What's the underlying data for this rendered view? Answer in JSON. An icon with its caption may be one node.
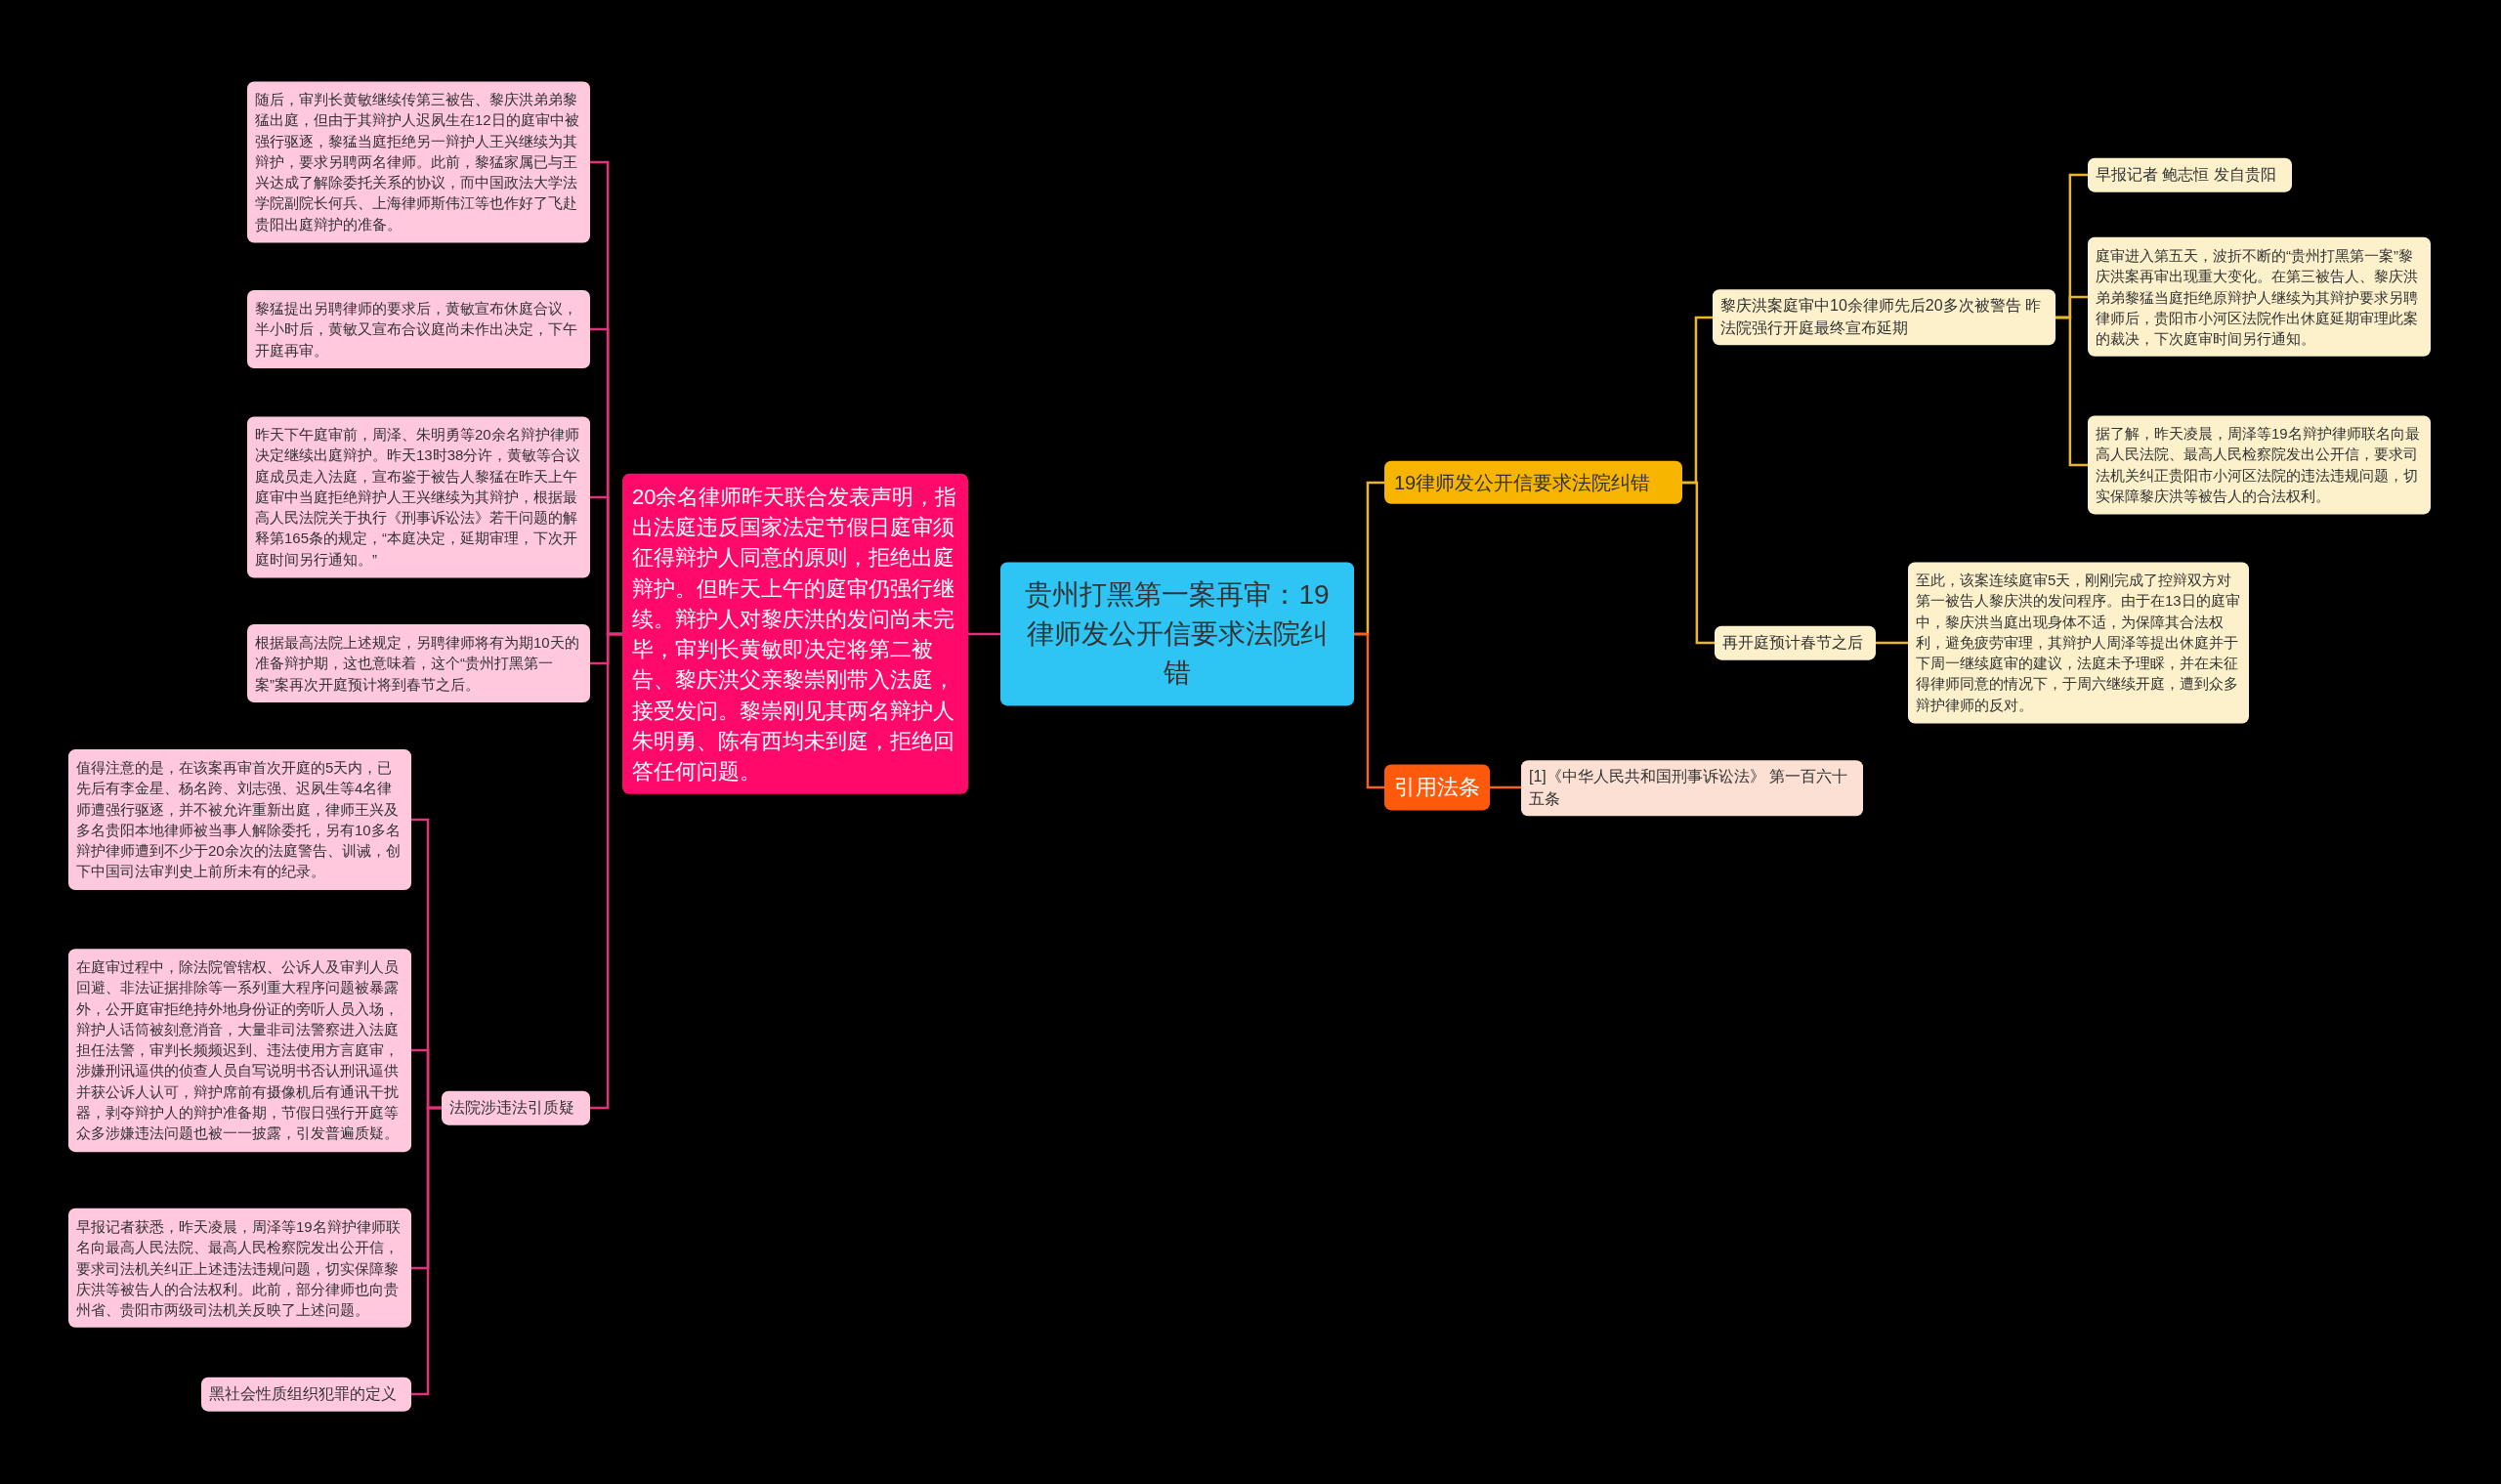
{
  "diagram": {
    "nodes": [
      {
        "text": [
          "贵州打黑第一案再审：19律师发公开信要求法院纠错"
        ]
      },
      {
        "text": [
          "20余名律师昨天联合发表声明，指出法庭违反国家法定节假日庭审须征得辩护人同意的原则，拒绝出庭辩护。但昨天上午的庭审仍强行继续。辩护人对黎庆洪的发问尚未完毕，审判长黄敏即决定将第二被告、黎庆洪父亲黎崇刚带入法庭，接受发问。黎崇刚见其两名辩护人朱明勇、陈有西均未到庭，拒绝回答任何问题。"
        ]
      },
      {
        "text": [
          "随后，审判长黄敏继续传第三被告、黎庆洪弟弟黎猛出庭，但由于其辩护人迟夙生在12日的庭审中被强行驱逐，黎猛当庭拒绝另一辩护人王兴继续为其辩护，要求另聘两名律师。此前，黎猛家属已与王兴达成了解除委托关系的协议，而中国政法大学法学院副院长何兵、上海律师斯伟江等也作好了飞赴贵阳出庭辩护的准备。"
        ]
      },
      {
        "text": [
          "黎猛提出另聘律师的要求后，黄敏宣布休庭合议，半小时后，黄敏又宣布合议庭尚未作出决定，下午开庭再审。"
        ]
      },
      {
        "text": [
          "昨天下午庭审前，周泽、朱明勇等20余名辩护律师决定继续出庭辩护。昨天13时38分许，黄敏等合议庭成员走入法庭，宣布鉴于被告人黎猛在昨天上午庭审中当庭拒绝辩护人王兴继续为其辩护，根据最高人民法院关于执行《刑事诉讼法》若干问题的解释第165条的规定，“本庭决定，延期审理，下次开庭时间另行通知。”"
        ]
      },
      {
        "text": [
          "根据最高法院上述规定，另聘律师将有为期10天的准备辩护期，这也意味着，这个“贵州打黑第一案”案再次开庭预计将到春节之后。"
        ]
      },
      {
        "text": [
          "法院涉违法引质疑"
        ]
      },
      {
        "text": [
          "值得注意的是，在该案再审首次开庭的5天内，已先后有李金星、杨名跨、刘志强、迟夙生等4名律师遭强行驱逐，并不被允许重新出庭，律师王兴及多名贵阳本地律师被当事人解除委托，另有10多名辩护律师遭到不少于20余次的法庭警告、训诫，创下中国司法审判史上前所未有的纪录。"
        ]
      },
      {
        "text": [
          "在庭审过程中，除法院管辖权、公诉人及审判人员回避、非法证据排除等一系列重大程序问题被暴露外，公开庭审拒绝持外地身份证的旁听人员入场，辩护人话筒被刻意消音，大量非司法警察进入法庭担任法警，审判长频频迟到、违法使用方言庭审，涉嫌刑讯逼供的侦查人员自写说明书否认刑讯逼供并获公诉人认可，辩护席前有摄像机后有通讯干扰器，剥夺辩护人的辩护准备期，节假日强行开庭等众多涉嫌违法问题也被一一披露，引发普遍质疑。"
        ]
      },
      {
        "text": [
          "早报记者获悉，昨天凌晨，周泽等19名辩护律师联名向最高人民法院、最高人民检察院发出公开信，要求司法机关纠正上述违法违规问题，切实保障黎庆洪等被告人的合法权利。此前，部分律师也向贵州省、贵阳市两级司法机关反映了上述问题。"
        ]
      },
      {
        "text": [
          "黑社会性质组织犯罪的定义"
        ]
      },
      {
        "text": [
          "19律师发公开信要求法院纠错"
        ]
      },
      {
        "text": [
          "黎庆洪案庭审中10余律师先后20多次被警告 昨法院强行开庭最终宣布延期"
        ]
      },
      {
        "text": [
          "早报记者 鲍志恒 发自贵阳"
        ]
      },
      {
        "text": [
          "庭审进入第五天，波折不断的“贵州打黑第一案”黎庆洪案再审出现重大变化。在第三被告人、黎庆洪弟弟黎猛当庭拒绝原辩护人继续为其辩护要求另聘律师后，贵阳市小河区法院作出休庭延期审理此案的裁决，下次庭审时间另行通知。"
        ]
      },
      {
        "text": [
          "据了解，昨天凌晨，周泽等19名辩护律师联名向最高人民法院、最高人民检察院发出公开信，要求司法机关纠正贵阳市小河区法院的违法违规问题，切实保障黎庆洪等被告人的合法权利。"
        ]
      },
      {
        "text": [
          "再开庭预计春节之后"
        ]
      },
      {
        "text": [
          "至此，该案连续庭审5天，刚刚完成了控辩双方对第一被告人黎庆洪的发问程序。由于在13日的庭审中，黎庆洪当庭出现身体不适，为保障其合法权利，避免疲劳审理，其辩护人周泽等提出休庭并于下周一继续庭审的建议，法庭未予理睬，并在未征得律师同意的情况下，于周六继续开庭，遭到众多辩护律师的反对。"
        ]
      },
      {
        "text": [
          "引用法条"
        ]
      },
      {
        "text": [
          "[1]《中华人民共和国刑事诉讼法》 第一百六十五条"
        ]
      }
    ],
    "edges": [
      {
        "from": 0,
        "to": 1,
        "arrow": "none"
      },
      {
        "from": 1,
        "to": 2,
        "arrow": "none"
      },
      {
        "from": 1,
        "to": 3,
        "arrow": "none"
      },
      {
        "from": 1,
        "to": 4,
        "arrow": "none"
      },
      {
        "from": 1,
        "to": 5,
        "arrow": "none"
      },
      {
        "from": 1,
        "to": 6,
        "arrow": "none"
      },
      {
        "from": 6,
        "to": 7,
        "arrow": "none"
      },
      {
        "from": 6,
        "to": 8,
        "arrow": "none"
      },
      {
        "from": 6,
        "to": 9,
        "arrow": "none"
      },
      {
        "from": 6,
        "to": 10,
        "arrow": "none"
      },
      {
        "from": 0,
        "to": 11,
        "arrow": "none",
        "color": "#e8b828"
      },
      {
        "from": 11,
        "to": 12,
        "arrow": "none",
        "color": "#e8b828"
      },
      {
        "from": 11,
        "to": 16,
        "arrow": "none",
        "color": "#e8b828"
      },
      {
        "from": 12,
        "to": 13,
        "arrow": "none",
        "color": "#e8b828"
      },
      {
        "from": 12,
        "to": 14,
        "arrow": "none",
        "color": "#e8b828"
      },
      {
        "from": 12,
        "to": 15,
        "arrow": "none",
        "color": "#e8b828"
      },
      {
        "from": 16,
        "to": 17,
        "arrow": "none",
        "color": "#e8b828"
      },
      {
        "from": 0,
        "to": 18,
        "arrow": "none",
        "color": "#f2631c"
      },
      {
        "from": 18,
        "to": 19,
        "arrow": "none",
        "color": "#f2631c"
      }
    ]
  }
}
